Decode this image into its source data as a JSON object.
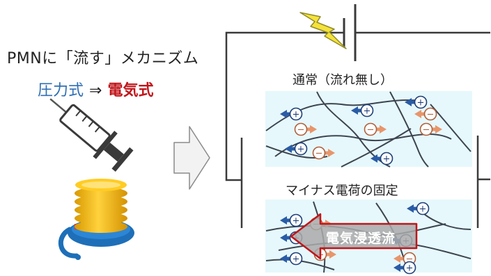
{
  "heading": {
    "line1": "PMNに「流す」メカニズム",
    "pressure_type": "圧力式",
    "arrow": "⇒",
    "electric_type": "電気式"
  },
  "panels": {
    "normal_label": "通常（流れ無し）",
    "fixed_label": "マイナス電荷の固定",
    "flow_label": "電気浸透流"
  },
  "ion_symbols": {
    "positive": "+",
    "negative": "−"
  },
  "icons": [
    "syringe-icon",
    "foot-pump-icon",
    "block-arrow-right-icon",
    "lightning-bolt-icon",
    "battery-symbol-icon"
  ],
  "colors": {
    "pressure_text": "#2f6fb3",
    "electric_text": "#c0161b",
    "panel_bg": "#e6f8fb",
    "positive_ion": "#2a5ca6",
    "negative_ion": "#e8956b",
    "flow_arrow": "#c0161b",
    "pump_gold": "#f0b400",
    "pump_blue": "#1e6fb8",
    "lightning": "#f5e23a"
  }
}
